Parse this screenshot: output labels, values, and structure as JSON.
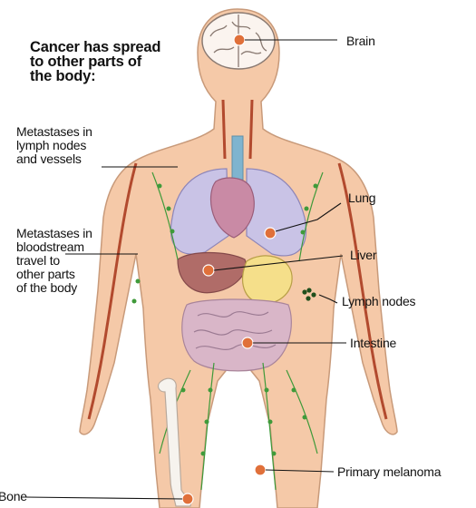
{
  "title": {
    "line1": "Cancer has spread",
    "line2": "to other parts of",
    "line3": "the body:"
  },
  "labels": {
    "brain": "Brain",
    "lung": "Lung",
    "liver": "Liver",
    "lymph_nodes": "Lymph nodes",
    "intestine": "Intestine",
    "primary_melanoma": "Primary melanoma",
    "bone": "Bone",
    "metastases_lymph": [
      "Metastases in",
      "lymph nodes",
      "and vessels"
    ],
    "metastases_blood": [
      "Metastases in",
      "bloodstream",
      "travel to",
      "other parts",
      "of the body"
    ]
  },
  "colors": {
    "skin": "#f5c9a8",
    "skin_outline": "#c89a7a",
    "lymph": "#3f9a3a",
    "tumor": "#e0703a",
    "vessel": "#b24a2e"
  }
}
